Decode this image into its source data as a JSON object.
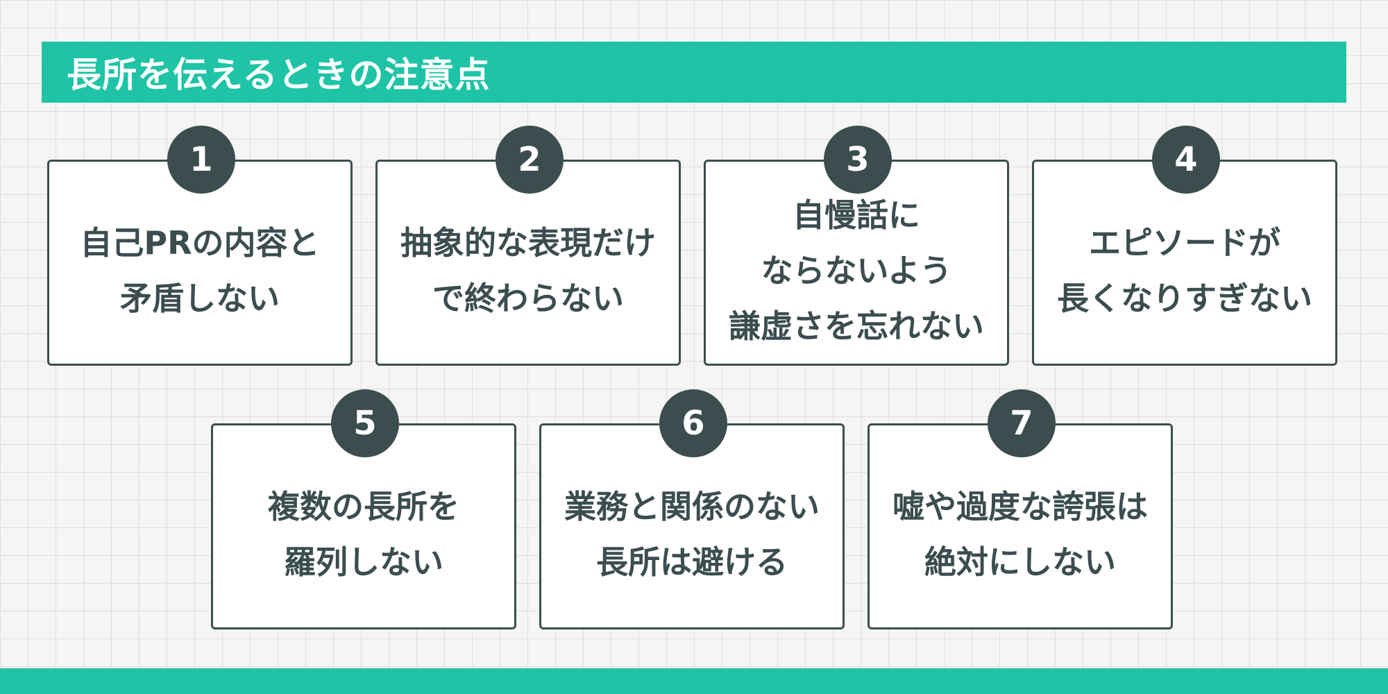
{
  "title": "長所を伝えるときの注意点",
  "colors": {
    "accent": "#1fc4a6",
    "dark": "#3b4d4f",
    "background": "#f4f5f4"
  },
  "points": [
    {
      "number": "1",
      "lines": [
        "自己PRの内容と",
        "矛盾しない"
      ]
    },
    {
      "number": "2",
      "lines": [
        "抽象的な表現だけ",
        "で終わらない"
      ]
    },
    {
      "number": "3",
      "lines": [
        "自慢話に",
        "ならないよう",
        "謙虚さを忘れない"
      ]
    },
    {
      "number": "4",
      "lines": [
        "エピソードが",
        "長くなりすぎない"
      ]
    },
    {
      "number": "5",
      "lines": [
        "複数の長所を",
        "羅列しない"
      ]
    },
    {
      "number": "6",
      "lines": [
        "業務と関係のない",
        "長所は避ける"
      ]
    },
    {
      "number": "7",
      "lines": [
        "嘘や過度な誇張は",
        "絶対にしない"
      ]
    }
  ]
}
